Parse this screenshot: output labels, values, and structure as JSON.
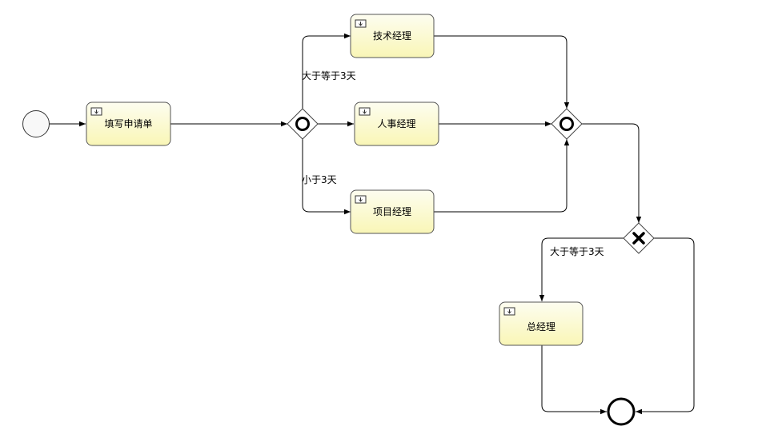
{
  "diagram": {
    "tasks": {
      "fill_form": "填写申请单",
      "tech_manager": "技术经理",
      "hr_manager": "人事经理",
      "project_manager": "项目经理",
      "general_manager": "总经理"
    },
    "edge_labels": {
      "to_tech": "大于等于3天",
      "to_project": "小于3天",
      "to_general": "大于等于3天"
    }
  }
}
